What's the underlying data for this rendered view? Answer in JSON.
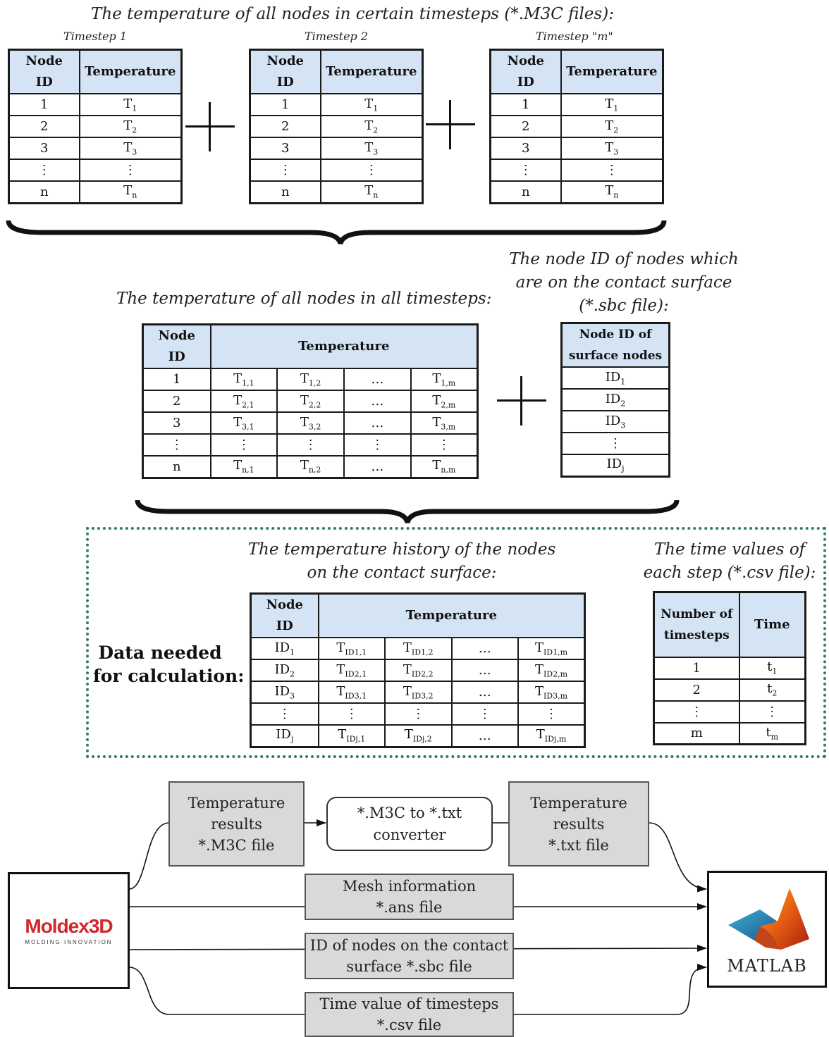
{
  "top": {
    "heading": "The temperature of all nodes in certain timesteps (*.M3C files):",
    "timesteps": [
      {
        "label": "Timestep 1"
      },
      {
        "label": "Timestep 2"
      },
      {
        "label": "Timestep \"m\""
      }
    ],
    "table": {
      "col_node": [
        "Node",
        "ID"
      ],
      "col_temp": "Temperature",
      "rows": [
        {
          "id": "1",
          "t": "T",
          "sub": "1"
        },
        {
          "id": "2",
          "t": "T",
          "sub": "2"
        },
        {
          "id": "3",
          "t": "T",
          "sub": "3"
        },
        {
          "id": "⋮",
          "t": "⋮",
          "sub": ""
        },
        {
          "id": "n",
          "t": "T",
          "sub": "n"
        }
      ]
    }
  },
  "middle": {
    "heading": "The temperature of all nodes in all timesteps:",
    "surface_heading": [
      "The node ID of nodes which",
      "are on the contact surface",
      "(*.sbc file):"
    ],
    "all_table": {
      "col_node": [
        "Node",
        "ID"
      ],
      "col_temp": "Temperature",
      "rows": [
        {
          "id": "1",
          "cells": [
            [
              "T",
              "1,1"
            ],
            [
              "T",
              "1,2"
            ],
            [
              "…",
              ""
            ],
            [
              "T",
              "1,m"
            ]
          ]
        },
        {
          "id": "2",
          "cells": [
            [
              "T",
              "2,1"
            ],
            [
              "T",
              "2,2"
            ],
            [
              "…",
              ""
            ],
            [
              "T",
              "2,m"
            ]
          ]
        },
        {
          "id": "3",
          "cells": [
            [
              "T",
              "3,1"
            ],
            [
              "T",
              "3,2"
            ],
            [
              "…",
              ""
            ],
            [
              "T",
              "3,m"
            ]
          ]
        },
        {
          "id": "⋮",
          "cells": [
            [
              "⋮",
              ""
            ],
            [
              "⋮",
              ""
            ],
            [
              "⋮",
              ""
            ],
            [
              "⋮",
              ""
            ]
          ]
        },
        {
          "id": "n",
          "cells": [
            [
              "T",
              "n,1"
            ],
            [
              "T",
              "n,2"
            ],
            [
              "…",
              ""
            ],
            [
              "T",
              "n,m"
            ]
          ]
        }
      ]
    },
    "surface_table": {
      "header": [
        "Node ID of",
        "surface nodes"
      ],
      "rows": [
        [
          "ID",
          "1"
        ],
        [
          "ID",
          "2"
        ],
        [
          "ID",
          "3"
        ],
        [
          "⋮",
          ""
        ],
        [
          "ID",
          "j"
        ]
      ]
    }
  },
  "calc": {
    "label": [
      "Data needed",
      "for calculation:"
    ],
    "history_heading": [
      "The temperature history of the nodes",
      "on the contact surface:"
    ],
    "time_heading": [
      "The time values of",
      "each step (*.csv file):"
    ],
    "history_table": {
      "col_node": [
        "Node",
        "ID"
      ],
      "col_temp": "Temperature",
      "rows": [
        {
          "id": [
            "ID",
            "1"
          ],
          "cells": [
            [
              "T",
              "ID1,1"
            ],
            [
              "T",
              "ID1,2"
            ],
            [
              "…",
              ""
            ],
            [
              "T",
              "ID1,m"
            ]
          ]
        },
        {
          "id": [
            "ID",
            "2"
          ],
          "cells": [
            [
              "T",
              "ID2,1"
            ],
            [
              "T",
              "ID2,2"
            ],
            [
              "…",
              ""
            ],
            [
              "T",
              "ID2,m"
            ]
          ]
        },
        {
          "id": [
            "ID",
            "3"
          ],
          "cells": [
            [
              "T",
              "ID3,1"
            ],
            [
              "T",
              "ID3,2"
            ],
            [
              "…",
              ""
            ],
            [
              "T",
              "ID3,m"
            ]
          ]
        },
        {
          "id": [
            "⋮",
            ""
          ],
          "cells": [
            [
              "⋮",
              ""
            ],
            [
              "⋮",
              ""
            ],
            [
              "⋮",
              ""
            ],
            [
              "⋮",
              ""
            ]
          ]
        },
        {
          "id": [
            "ID",
            "j"
          ],
          "cells": [
            [
              "T",
              "IDj,1"
            ],
            [
              "T",
              "IDj,2"
            ],
            [
              "…",
              ""
            ],
            [
              "T",
              "IDj,m"
            ]
          ]
        }
      ]
    },
    "time_table": {
      "col_num": [
        "Number of",
        "timesteps"
      ],
      "col_time": "Time",
      "rows": [
        [
          "1",
          "t",
          "1"
        ],
        [
          "2",
          "t",
          "2"
        ],
        [
          "⋮",
          "⋮",
          ""
        ],
        [
          "m",
          "t",
          "m"
        ]
      ]
    }
  },
  "flow": {
    "m3c_box": [
      "Temperature",
      "results",
      "*.M3C file"
    ],
    "converter_box": [
      "*.M3C to *.txt",
      "converter"
    ],
    "txt_box": [
      "Temperature",
      "results",
      "*.txt file"
    ],
    "mesh_box": [
      "Mesh information",
      "*.ans file"
    ],
    "sbc_box": [
      "ID of nodes on the contact",
      "surface *.sbc file"
    ],
    "csv_box": [
      "Time value of timesteps",
      "*.csv file"
    ],
    "moldex": {
      "name": "Moldex3D",
      "tagline": "MOLDING INNOVATION",
      "color": "#d1262b"
    },
    "matlab": {
      "name": "MATLAB"
    }
  }
}
